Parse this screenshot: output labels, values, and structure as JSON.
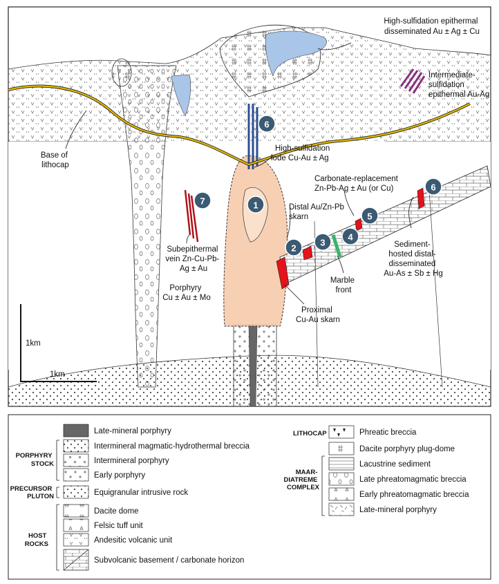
{
  "annotations": {
    "high_sulf_dissem": [
      "High-sulfidation epithermal",
      "disseminated Au ± Ag ± Cu"
    ],
    "intermediate_sulf": [
      "Intermediate-",
      "sulfidation",
      "epithermal Au-Ag"
    ],
    "base_lithocap": [
      "Base of",
      "lithocap"
    ],
    "high_sulf_lode": [
      "High-sulfidation",
      "lode Cu-Au ± Ag"
    ],
    "carbonate_replacement": [
      "Carbonate-replacement",
      "Zn-Pb-Ag ± Au (or Cu)"
    ],
    "distal_skarn": [
      "Distal Au/Zn-Pb",
      "skarn"
    ],
    "sediment_hosted": [
      "Sediment-",
      "hosted distal-",
      "disseminated",
      "Au-As ± Sb ± Hg"
    ],
    "marble_front": [
      "Marble",
      "front"
    ],
    "subepithermal": [
      "Subepithermal",
      "vein Zn-Cu-Pb-",
      "Ag ± Au"
    ],
    "porphyry": [
      "Porphyry",
      "Cu ± Au ± Mo"
    ],
    "proximal_skarn": [
      "Proximal",
      "Cu-Au skarn"
    ]
  },
  "badges": [
    "1",
    "2",
    "3",
    "4",
    "5",
    "6",
    "6",
    "7"
  ],
  "scale_bar": {
    "vertical_label": "1km",
    "horizontal_label": "1km"
  },
  "legend": {
    "groups": {
      "porphyry_stock": [
        "PORPHYRY",
        "STOCK"
      ],
      "precursor_pluton": [
        "PRECURSOR",
        "PLUTON"
      ],
      "host_rocks": [
        "HOST",
        "ROCKS"
      ],
      "lithocap": [
        "LITHOCAP"
      ],
      "maar_diatreme": [
        "MAAR-",
        "DIATREME",
        "COMPLEX"
      ]
    },
    "left_items": [
      "Late-mineral porphyry",
      "Intermineral magmatic-hydrothermal breccia",
      "Intermineral porphyry",
      "Early porphyry",
      "Equigranular intrusive rock",
      "Dacite dome",
      "Felsic tuff unit",
      "Andesitic volcanic unit",
      "Subvolcanic basement / carbonate horizon"
    ],
    "right_items": [
      "Phreatic breccia",
      "Dacite porphyry plug-dome",
      "Lacustrine sediment",
      "Late phreatomagmatic breccia",
      "Early phreatomagmatic breccia",
      "Late-mineral porphyry"
    ]
  },
  "colors": {
    "porphyry_halo": "#f6c7a6",
    "high_sulf_blue": "#a9c6e8",
    "lithocap_line": "#e2b800",
    "skarn_red": "#e3121b",
    "vein_red": "#b0101a",
    "intermediate_purple": "#8a2f7a",
    "marble_green": "#39b36a",
    "badge": "#3b5a73",
    "lode_blue": "#2a4f90"
  }
}
